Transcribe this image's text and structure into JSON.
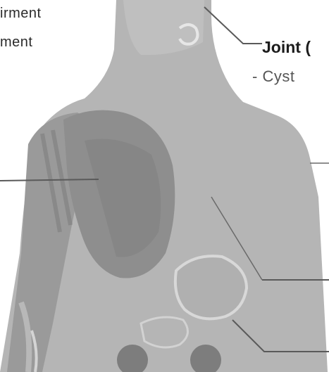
{
  "labels": {
    "left_line_1": "irment",
    "left_line_2": "ment",
    "joint_title": "Joint (",
    "joint_sub": "- Cyst"
  },
  "colors": {
    "body": "#b7b7b7",
    "body_dark": "#a6a6a6",
    "muscle": "#8f8f8f",
    "muscle_dark": "#7a7a7a",
    "joint_outline": "#dedede",
    "leader_line": "#5a5a5a"
  }
}
